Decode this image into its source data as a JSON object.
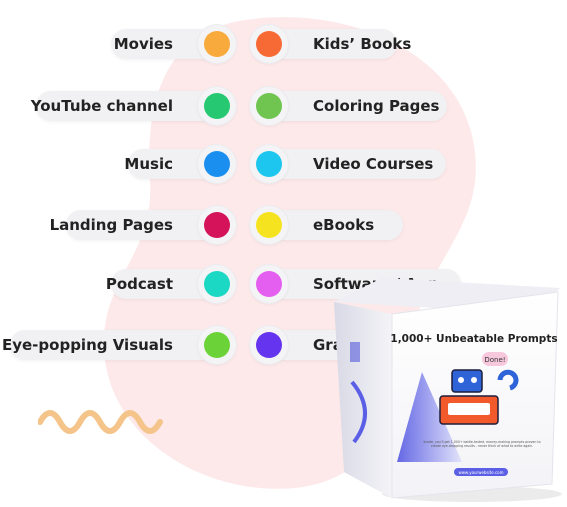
{
  "colors": {
    "blob": "#fde9e9",
    "squiggle": "#f4c48a",
    "pill_bg": "#f1f1f3"
  },
  "left_items": [
    {
      "label": "Movies",
      "color": "#f8aa3c"
    },
    {
      "label": "YouTube channel",
      "color": "#26c972"
    },
    {
      "label": "Music",
      "color": "#1b8ff0"
    },
    {
      "label": "Landing Pages",
      "color": "#d4135a"
    },
    {
      "label": "Podcast",
      "color": "#1ad8c4"
    },
    {
      "label": "Eye-popping Visuals",
      "color": "#6bd238"
    }
  ],
  "right_items": [
    {
      "label": "Kids’ Books",
      "color": "#f76a35"
    },
    {
      "label": "Coloring Pages",
      "color": "#6fc550"
    },
    {
      "label": "Video Courses",
      "color": "#1cc6ee"
    },
    {
      "label": "eBooks",
      "color": "#f6e320"
    },
    {
      "label": "Software / App",
      "color": "#e45ef0"
    },
    {
      "label": "Graphics",
      "color": "#6534ee"
    }
  ],
  "product_box": {
    "title": "1,000+ Unbeatable Prompts",
    "bubble_text": "Done!",
    "description": "Inside, you'll get 1,000+ battle-tested, money-making prompts proven to create eye-dropping results - never think of what to write again.",
    "url": "www.yourwebsite.com"
  }
}
